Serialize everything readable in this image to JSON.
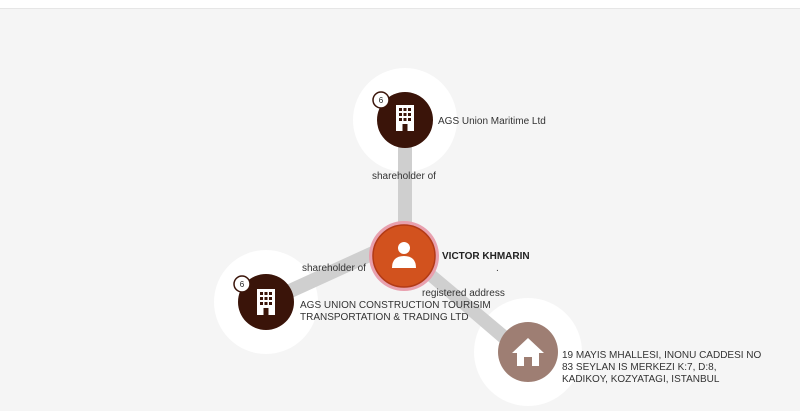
{
  "colors": {
    "background": "#f5f5f5",
    "company_node": "#3a1409",
    "person_node": "#d2521e",
    "person_ring": "#e8a0ae",
    "address_node": "#9e7e73",
    "edge": "#cfcfcf"
  },
  "nodes": {
    "person": {
      "label": "VICTOR KHMARIN",
      "sublabel": ".",
      "icon": "person-icon"
    },
    "company_top": {
      "label": "AGS Union Maritime Ltd",
      "badge": "6",
      "icon": "building-icon"
    },
    "company_left": {
      "label_line1": "AGS UNION CONSTRUCTION TOURISIM",
      "label_line2": "TRANSPORTATION & TRADING LTD",
      "badge": "6",
      "icon": "building-icon"
    },
    "address": {
      "label_line1": "19 MAYIS MHALLESI, INONU CADDESI NO",
      "label_line2": "83 SEYLAN IS MERKEZI K:7, D:8,",
      "label_line3": "KADIKOY, KOZYATAGI, ISTANBUL",
      "icon": "home-icon"
    }
  },
  "edges": {
    "to_top": {
      "label": "shareholder of"
    },
    "to_left": {
      "label": "shareholder of"
    },
    "to_address": {
      "label": "registered address"
    }
  }
}
